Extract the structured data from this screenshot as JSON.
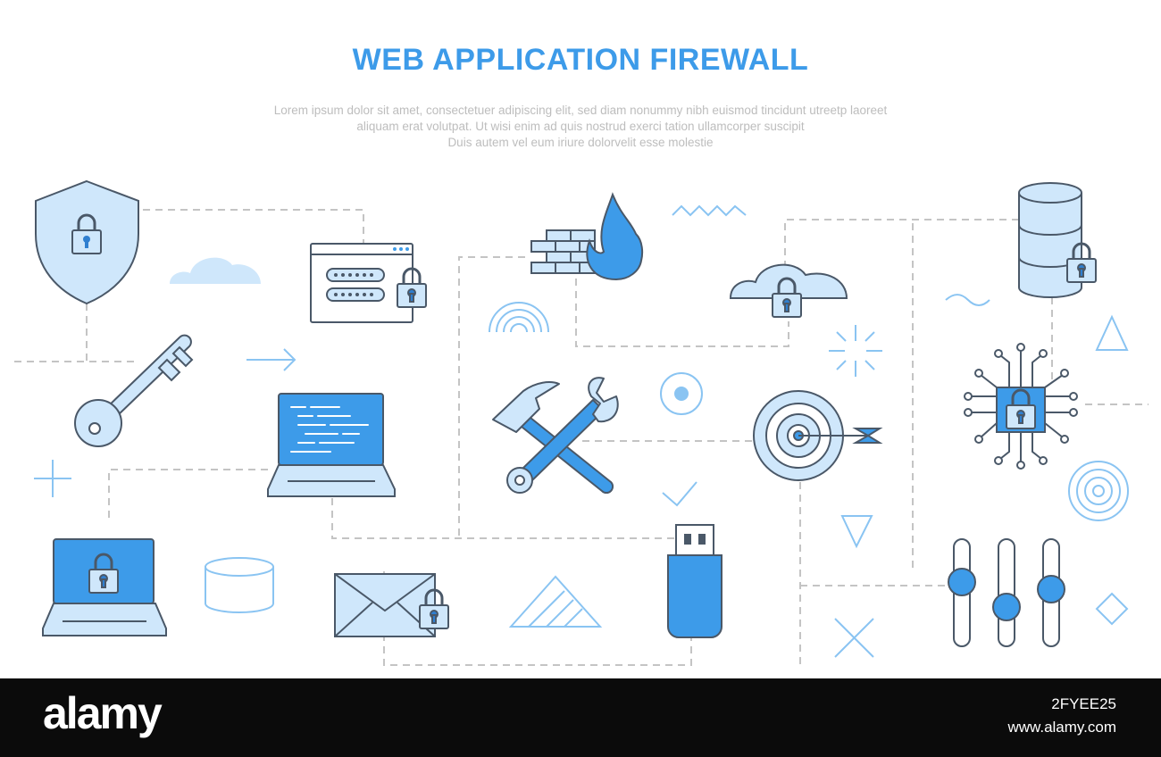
{
  "header": {
    "title": "WEB APPLICATION FIREWALL",
    "subtitle_lines": [
      "Lorem ipsum dolor sit amet, consectetuer adipiscing elit, sed diam nonummy nibh euismod tincidunt utreetp laoreet",
      "aliquam erat volutpat. Ut wisi enim ad  quis nostrud exerci tation ullamcorper suscipit",
      "Duis autem vel eum iriure dolorvelit esse molestie"
    ]
  },
  "colors": {
    "accent": "#3d9be9",
    "light_fill": "#cfe7fb",
    "outline": "#4a5868",
    "dash": "#c4c4c4",
    "footer_bg": "#0b0b0b"
  },
  "icons": [
    "shield-lock-icon",
    "key-icon",
    "laptop-lock-icon",
    "login-form-lock-icon",
    "laptop-code-icon",
    "email-lock-icon",
    "firewall-icon",
    "hammer-wrench-icon",
    "usb-drive-icon",
    "cloud-lock-icon",
    "target-icon",
    "database-lock-icon",
    "chip-lock-icon",
    "sliders-icon"
  ],
  "footer": {
    "brand": "alamy",
    "image_id": "2FYEE25",
    "site": "www.alamy.com"
  }
}
